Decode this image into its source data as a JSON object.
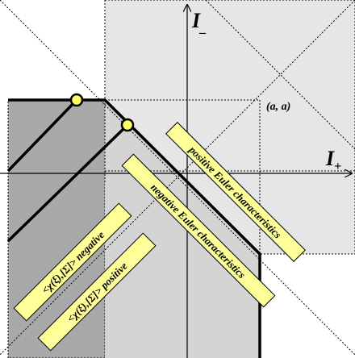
{
  "axes": {
    "x_label": "I",
    "x_sub": "+",
    "y_label": "I",
    "y_sub": "_"
  },
  "point_label": "(a, a)",
  "regions": {
    "positive_euler": "positive Euler characteristics",
    "negative_euler": "negative Euler characteristics"
  },
  "pairings": {
    "negative": "<χ(ξ),[Σ]>  negative",
    "positive": "<χ(ξ),[Σ]>  positive"
  },
  "colors": {
    "background": "#ffffff",
    "light_gray": "#e6e6e6",
    "mid_gray": "#d4d4d4",
    "dark_gray": "#a9a9a9",
    "label_fill": "#ffff99",
    "marker_fill": "#ffff66",
    "stroke": "#000000"
  }
}
